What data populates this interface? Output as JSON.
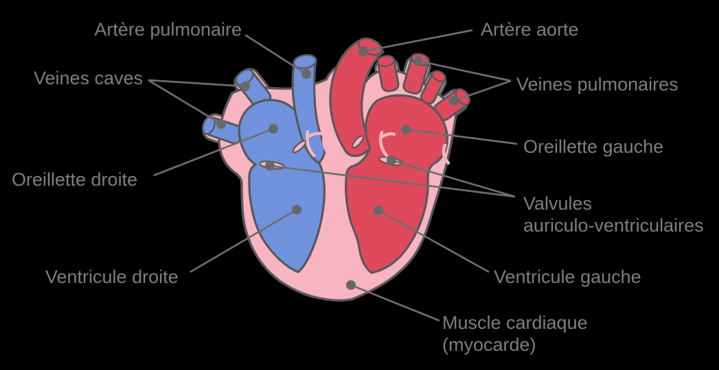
{
  "labels": {
    "artere_pulmonaire": "Artère pulmonaire",
    "artere_aorte": "Artère aorte",
    "veines_caves": "Veines caves",
    "veines_pulmonaires": "Veines pulmonaires",
    "oreillette_droite": "Oreillette droite",
    "oreillette_gauche": "Oreillette gauche",
    "valvules_line1": "Valvules",
    "valvules_line2": "auriculo-ventriculaires",
    "ventricule_droite": "Ventricule droite",
    "ventricule_gauche": "Ventricule gauche",
    "muscle_line1": "Muscle cardiaque",
    "muscle_line2": "(myocarde)"
  },
  "colors": {
    "background": "#000000",
    "myocardium_pink": "#f8b4c1",
    "right_heart_blue": "#7092dc",
    "left_heart_red": "#de4a5c",
    "outline_gray": "#58585a",
    "leader_line_gray": "#6e6e6e",
    "label_text_gray": "#7e7e7e"
  }
}
